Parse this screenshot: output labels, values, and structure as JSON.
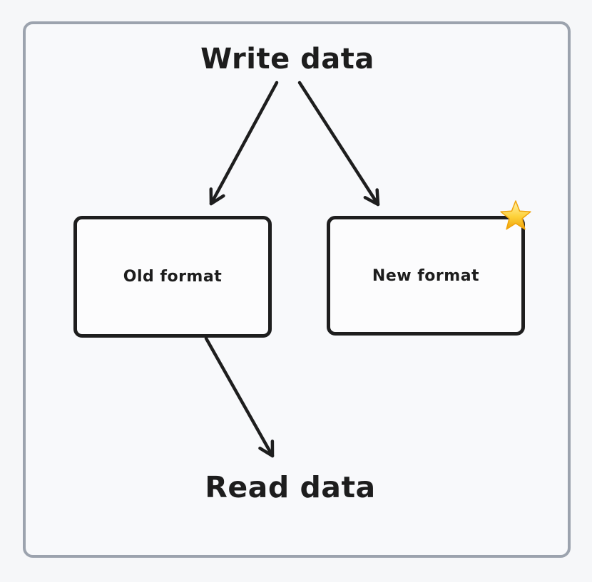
{
  "diagram": {
    "labels": {
      "top": "Write data",
      "bottom": "Read data"
    },
    "nodes": [
      {
        "label": "Old format"
      },
      {
        "label": "New format",
        "badge": "star-icon"
      }
    ],
    "colors": {
      "background": "#f6f7f9",
      "frame_border": "#9ca3ae",
      "stroke": "#1e1e1e",
      "node_fill": "#fcfcfd",
      "text": "#1d1d1d",
      "star_highlight": "#fff3b0",
      "star_body": "#fdd23a",
      "star_edge": "#f0a30a"
    }
  }
}
